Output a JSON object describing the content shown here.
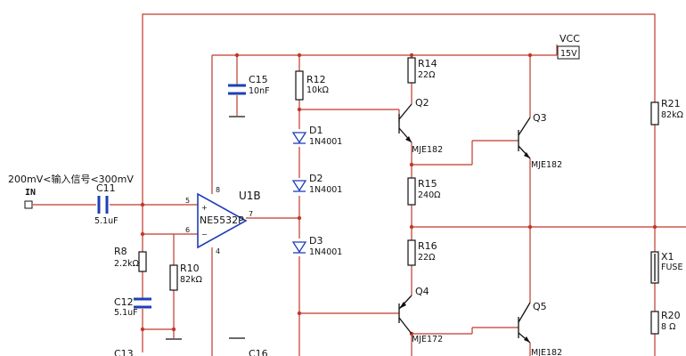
{
  "input_note": "200mV<输入信号<300mV",
  "input_port": "IN",
  "opamp": {
    "ref": "U1B",
    "part": "NE5532P",
    "pin_plus": "+",
    "pin_minus": "−",
    "pin5": "5",
    "pin6": "6",
    "pin7": "7",
    "pin8": "8",
    "pin4": "4"
  },
  "supply": {
    "label": "VCC",
    "value": "15V"
  },
  "components": {
    "c11": {
      "ref": "C11",
      "value": "5.1uF"
    },
    "c12": {
      "ref": "C12",
      "value": "5.1uF"
    },
    "c13": {
      "ref": "C13"
    },
    "c15": {
      "ref": "C15",
      "value": "10nF"
    },
    "c16": {
      "ref": "C16"
    },
    "r8": {
      "ref": "R8",
      "value": "2.2kΩ"
    },
    "r10": {
      "ref": "R10",
      "value": "82kΩ"
    },
    "r12": {
      "ref": "R12",
      "value": "10kΩ"
    },
    "r14": {
      "ref": "R14",
      "value": "22Ω"
    },
    "r15": {
      "ref": "R15",
      "value": "240Ω"
    },
    "r16": {
      "ref": "R16",
      "value": "22Ω"
    },
    "r20": {
      "ref": "R20",
      "value": "8 Ω"
    },
    "r21": {
      "ref": "R21",
      "value": "82kΩ"
    },
    "d1": {
      "ref": "D1",
      "value": "1N4001"
    },
    "d2": {
      "ref": "D2",
      "value": "1N4001"
    },
    "d3": {
      "ref": "D3",
      "value": "1N4001"
    },
    "q2": {
      "ref": "Q2",
      "value": "MJE182"
    },
    "q3": {
      "ref": "Q3",
      "value": "MJE182"
    },
    "q4": {
      "ref": "Q4",
      "value": "MJE172"
    },
    "q5": {
      "ref": "Q5",
      "value": "MJE182"
    },
    "x1": {
      "ref": "X1",
      "value": "FUSE"
    }
  },
  "colors": {
    "wire": "#c0392b",
    "symbol": "#111111",
    "capacitor": "#1f3fb4"
  }
}
